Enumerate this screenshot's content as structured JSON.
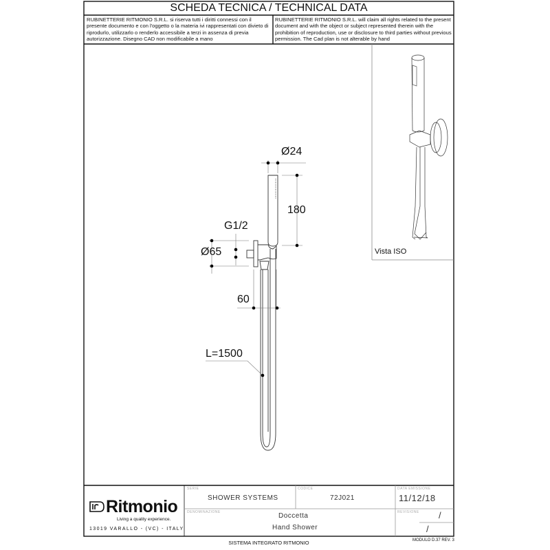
{
  "header": {
    "title": "SCHEDA TECNICA / TECHNICAL DATA"
  },
  "copyright": {
    "it": "RUBINETTERIE RITMONIO S.R.L. si riserva tutti i diritti connessi con il presente documento e con l'oggetto o la materia ivi rappresentati con divieto di riprodurlo, utilizzarlo o renderlo accessibile a terzi in assenza di previa autorizzazione. Disegno CAD non modificabile a mano",
    "en": "RUBINETTERIE RITMONIO S.R.L. will claim all rights related to the present document and with the object or subject represented therein with the prohibition  of reproduction, use or disclosure to third parties without previous permission.  The Cad plan is not alterable by hand"
  },
  "iso_view": {
    "label": "Vista ISO"
  },
  "dimensions": {
    "diameter_handle": "Ø24",
    "length_handle": "180",
    "thread": "G1/2",
    "diameter_plate": "Ø65",
    "projection": "60",
    "hose_length": "L=1500"
  },
  "title_block": {
    "logo": {
      "name": "Ritmonio",
      "mark": "lr",
      "tagline": "Living a quality experience.",
      "address": "13019 VARALLO - (VC) - ITALY"
    },
    "serie_label": "SERIE",
    "serie": "SHOWER SYSTEMS",
    "codice_label": "CODICE",
    "codice": "72J021",
    "data_label": "DATA EMISSIONE",
    "data": "11/12/18",
    "denominazione_label": "DENOMINAZIONE",
    "denominazione_it": "Doccetta",
    "denominazione_en": "Hand Shower",
    "revisione_label": "REVISIONE",
    "revisione_1": "/",
    "revisione_2": "/"
  },
  "footer": {
    "system": "SISTEMA INTEGRATO RITMONIO",
    "module": "MODULO D.37 REV. 3"
  }
}
